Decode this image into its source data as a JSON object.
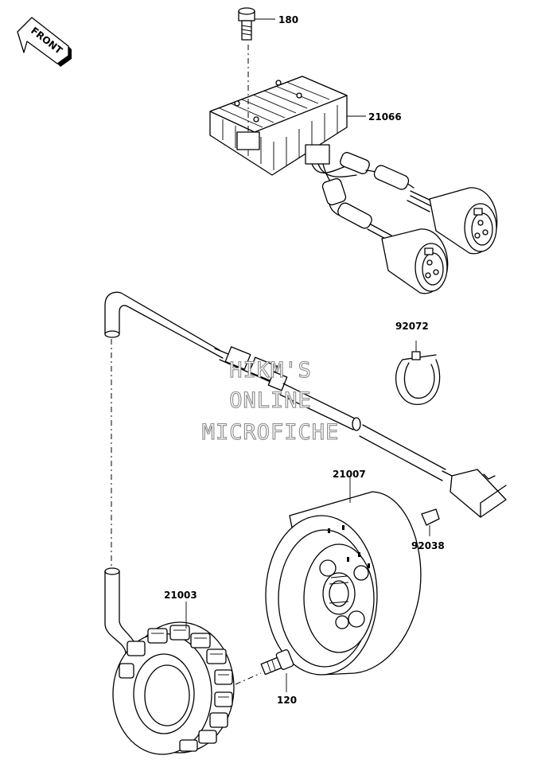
{
  "front_badge": "FRONT",
  "watermark": [
    "HIKM'S",
    "ONLINE",
    "MICROFICHE"
  ],
  "parts": [
    {
      "number": "180",
      "item": "bolt"
    },
    {
      "number": "21066",
      "item": "regulator"
    },
    {
      "number": "92072",
      "item": "band"
    },
    {
      "number": "21007",
      "item": "rotor"
    },
    {
      "number": "92038",
      "item": "key"
    },
    {
      "number": "21003",
      "item": "stator"
    },
    {
      "number": "120",
      "item": "bolt"
    }
  ]
}
